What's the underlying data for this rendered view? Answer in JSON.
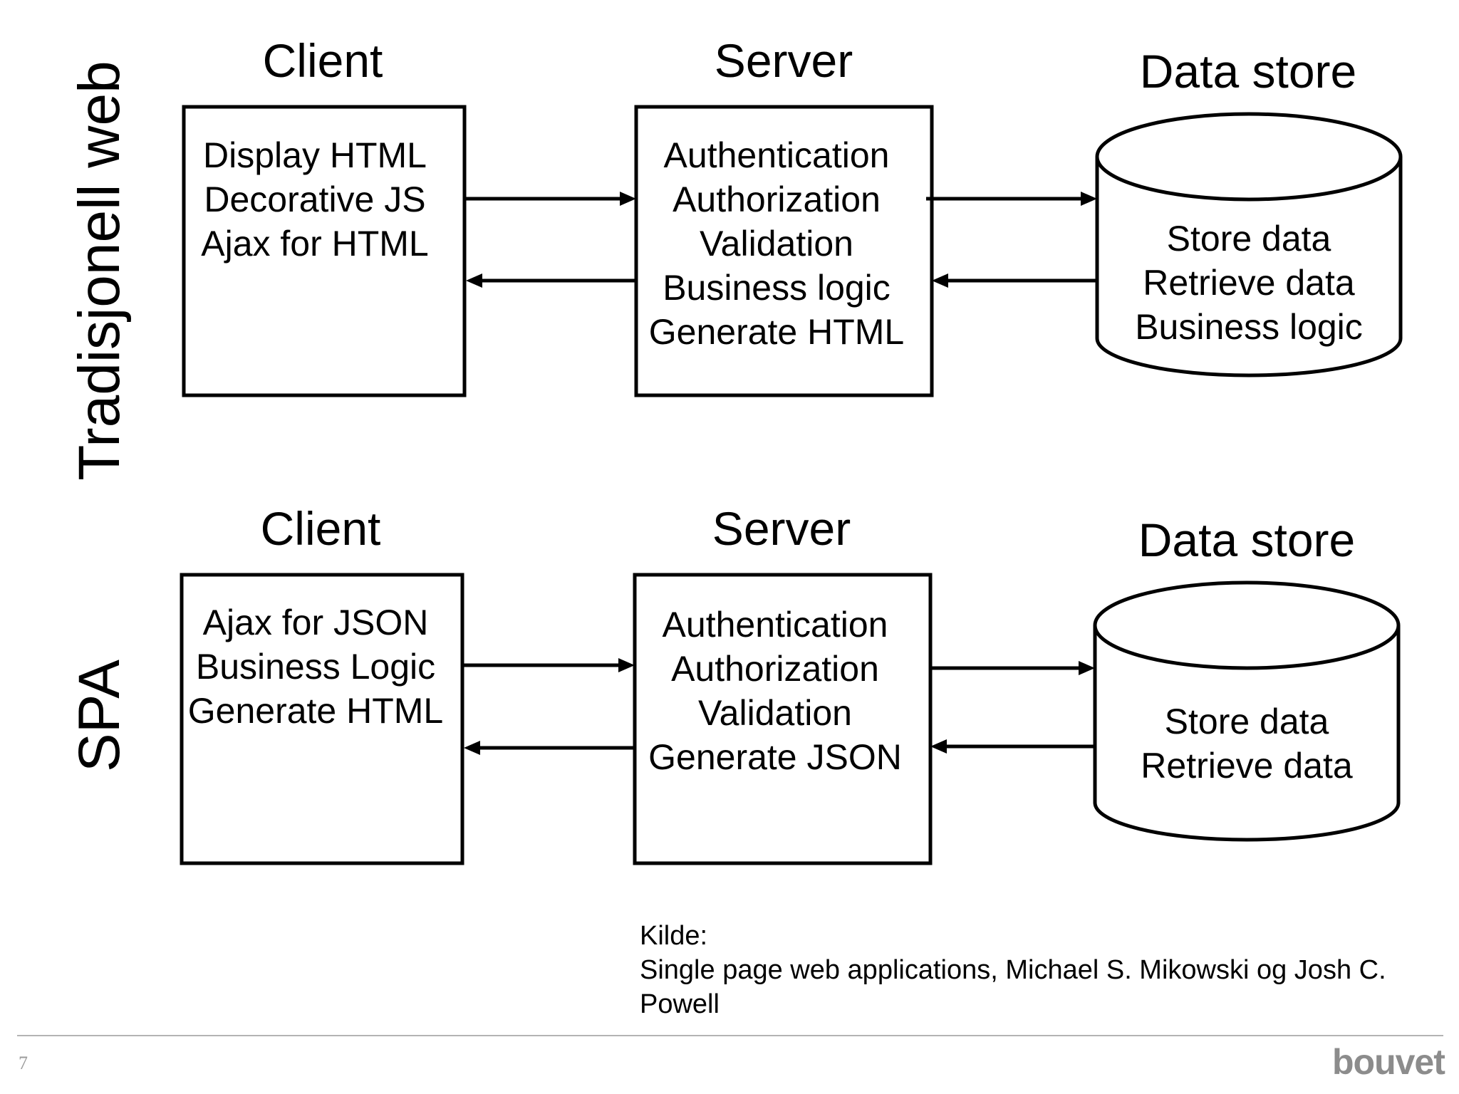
{
  "rows": [
    {
      "label": "Tradisjonell web",
      "client": {
        "heading": "Client",
        "items": [
          "Display HTML",
          "Decorative JS",
          "Ajax for HTML"
        ]
      },
      "server": {
        "heading": "Server",
        "items": [
          "Authentication",
          "Authorization",
          "Validation",
          "Business logic",
          "Generate HTML"
        ]
      },
      "datastore": {
        "heading": "Data store",
        "items": [
          "Store data",
          "Retrieve data",
          "Business logic"
        ]
      }
    },
    {
      "label": "SPA",
      "client": {
        "heading": "Client",
        "items": [
          "Ajax for JSON",
          "Business Logic",
          "Generate HTML"
        ]
      },
      "server": {
        "heading": "Server",
        "items": [
          "Authentication",
          "Authorization",
          "Validation",
          "Generate JSON"
        ]
      },
      "datastore": {
        "heading": "Data store",
        "items": [
          "Store data",
          "Retrieve data"
        ]
      }
    }
  ],
  "source": {
    "label": "Kilde:",
    "text": "Single page web applications, Michael S. Mikowski og Josh C. Powell"
  },
  "footer": {
    "page_number": "7",
    "logo_text": "bouvet"
  }
}
